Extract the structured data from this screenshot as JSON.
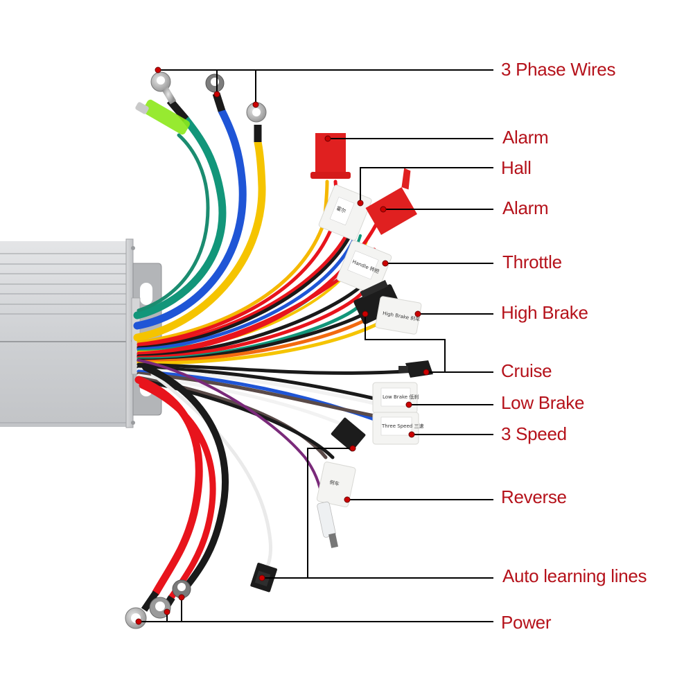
{
  "diagram": {
    "subject": "Brushless motor controller wiring",
    "label_color": "#b5121b",
    "leader_color": "#000000",
    "marker_color": "#cc0000",
    "labels": [
      {
        "id": "three-phase-wires",
        "text": "3 Phase Wires"
      },
      {
        "id": "alarm-1",
        "text": "Alarm"
      },
      {
        "id": "hall",
        "text": "Hall"
      },
      {
        "id": "alarm-2",
        "text": "Alarm"
      },
      {
        "id": "throttle",
        "text": "Throttle"
      },
      {
        "id": "high-brake",
        "text": "High Brake"
      },
      {
        "id": "cruise",
        "text": "Cruise"
      },
      {
        "id": "low-brake",
        "text": "Low Brake"
      },
      {
        "id": "three-speed",
        "text": "3 Speed"
      },
      {
        "id": "reverse",
        "text": "Reverse"
      },
      {
        "id": "auto-learning",
        "text": "Auto learning lines"
      },
      {
        "id": "power",
        "text": "Power"
      }
    ],
    "connector_tags": {
      "hall": "霍尔",
      "throttle": "Handle 转把",
      "high_brake": "High Brake 刹车",
      "low_brake": "Low Brake 低刹",
      "three_speed": "Three Speed 三速",
      "reverse": "倒车"
    },
    "wire_colors": {
      "green": "#12967a",
      "blue": "#1f55d6",
      "yellow": "#f5c400",
      "red": "#e8141c",
      "black": "#1a1a1a",
      "orange": "#f26a10",
      "white": "#f2f2f2",
      "purple": "#7a2a7a",
      "brown": "#5a4a48"
    }
  }
}
